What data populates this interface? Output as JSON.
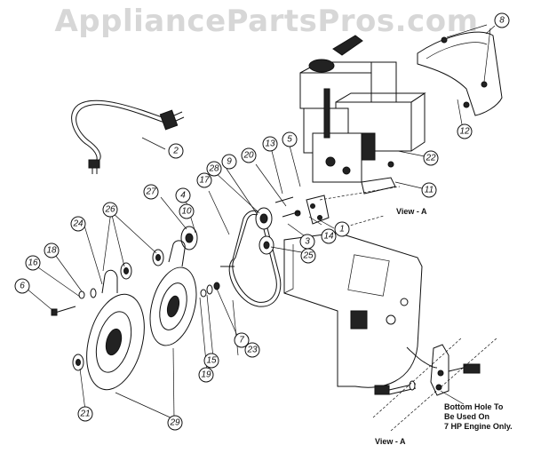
{
  "watermark": "AppliancePartsPros.com",
  "callouts": [
    {
      "n": "2"
    },
    {
      "n": "8"
    },
    {
      "n": "12"
    },
    {
      "n": "22"
    },
    {
      "n": "11"
    },
    {
      "n": "13"
    },
    {
      "n": "5"
    },
    {
      "n": "20"
    },
    {
      "n": "9"
    },
    {
      "n": "28"
    },
    {
      "n": "17"
    },
    {
      "n": "4"
    },
    {
      "n": "27"
    },
    {
      "n": "10"
    },
    {
      "n": "3"
    },
    {
      "n": "14"
    },
    {
      "n": "1"
    },
    {
      "n": "25"
    },
    {
      "n": "26"
    },
    {
      "n": "24"
    },
    {
      "n": "18"
    },
    {
      "n": "16"
    },
    {
      "n": "6"
    },
    {
      "n": "7"
    },
    {
      "n": "23"
    },
    {
      "n": "15"
    },
    {
      "n": "19"
    },
    {
      "n": "21"
    },
    {
      "n": "29"
    }
  ],
  "view_a_label_1": "View - A",
  "view_a_label_2": "View - A",
  "note": {
    "line1": "Bottom Hole To",
    "line2": "Be Used On",
    "line3": "7 HP Engine Only."
  }
}
